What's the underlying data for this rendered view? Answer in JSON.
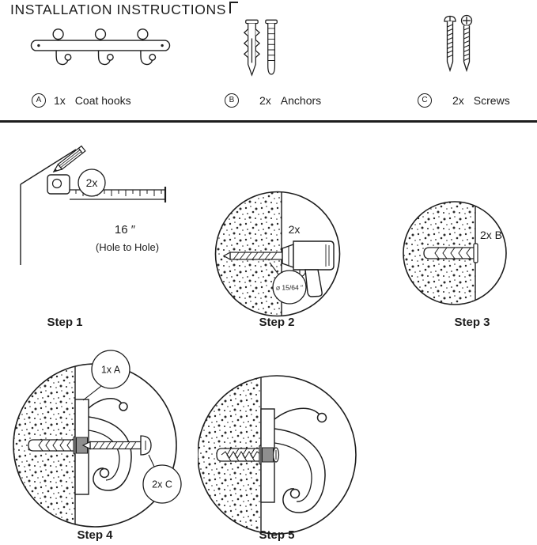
{
  "title": "INSTALLATION INSTRUCTIONS",
  "colors": {
    "ink": "#1d1d1d",
    "paper": "#ffffff",
    "anchor_hole_gray": "#8f8f8f"
  },
  "parts_list": [
    {
      "id": "A",
      "qty": "1x",
      "name": "Coat hooks"
    },
    {
      "id": "B",
      "qty": "2x",
      "name": "Anchors"
    },
    {
      "id": "C",
      "qty": "2x",
      "name": "Screws"
    }
  ],
  "steps": {
    "step1": {
      "label": "Step 1",
      "quantity_callout": "2x",
      "measurement": "16 ″",
      "measurement_note": "(Hole to Hole)"
    },
    "step2": {
      "label": "Step 2",
      "quantity_callout": "2x",
      "drill_bit_size": "⌀ 15/64 ″"
    },
    "step3": {
      "label": "Step 3",
      "annotation": "2x B"
    },
    "step4": {
      "label": "Step 4",
      "callout_part_a": "1x A",
      "callout_part_c": "2x C"
    },
    "step5": {
      "label": "Step 5"
    }
  }
}
